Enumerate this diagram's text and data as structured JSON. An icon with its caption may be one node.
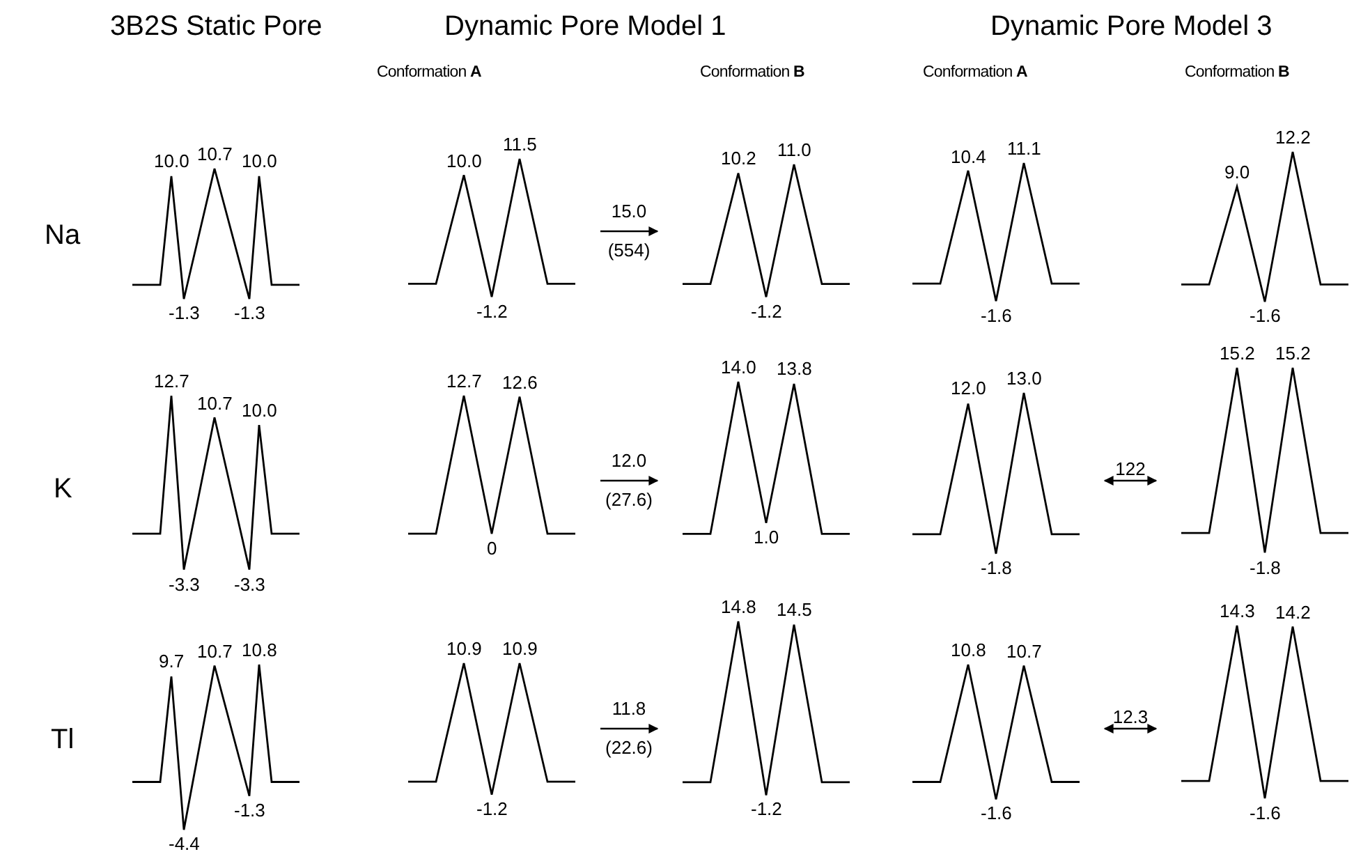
{
  "diagram": {
    "nodes": [
      {
        "text": [
          "10.0",
          "10.7",
          "10.0",
          "-1.3",
          "-1.3"
        ]
      },
      {
        "text": [
          "10.0",
          "11.5",
          "-1.2"
        ]
      },
      {
        "text": [
          "10.2",
          "11.0",
          "-1.2"
        ]
      },
      {
        "text": [
          "10.4",
          "11.1",
          "-1.6"
        ]
      },
      {
        "text": [
          "9.0",
          "12.2",
          "-1.6"
        ]
      },
      {
        "text": [
          "12.7",
          "10.7",
          "10.0",
          "-3.3",
          "-3.3"
        ]
      },
      {
        "text": [
          "12.7",
          "12.6",
          "0"
        ]
      },
      {
        "text": [
          "14.0",
          "13.8",
          "1.0"
        ]
      },
      {
        "text": [
          "12.0",
          "13.0",
          "-1.8"
        ]
      },
      {
        "text": [
          "15.2",
          "15.2",
          "-1.8"
        ]
      },
      {
        "text": [
          "9.7",
          "10.7",
          "10.8",
          "-4.4",
          "-1.3"
        ]
      },
      {
        "text": [
          "10.9",
          "10.9",
          "-1.2"
        ]
      },
      {
        "text": [
          "14.8",
          "14.5",
          "-1.2"
        ]
      },
      {
        "text": [
          "10.8",
          "10.7",
          "-1.6"
        ]
      },
      {
        "text": [
          "14.3",
          "14.2",
          "-1.6"
        ]
      }
    ],
    "edges": [
      {
        "from": 1,
        "to": 2,
        "arrow": "to",
        "label": "15.0 (554)"
      },
      {
        "from": 6,
        "to": 7,
        "arrow": "to",
        "label": "12.0 (27.6)"
      },
      {
        "from": 8,
        "to": 9,
        "arrow": "both",
        "label": "122"
      },
      {
        "from": 11,
        "to": 12,
        "arrow": "to",
        "label": "11.8 (22.6)"
      },
      {
        "from": 13,
        "to": 14,
        "arrow": "both",
        "label": "12.3"
      }
    ],
    "labels": [
      "3B2S Static Pore",
      "Dynamic Pore Model 1",
      "Dynamic Pore Model 3",
      "Conformation **A**",
      "Conformation **B**",
      "Conformation **A**",
      "Conformation **B**",
      "Na",
      "K",
      "Tl"
    ]
  }
}
